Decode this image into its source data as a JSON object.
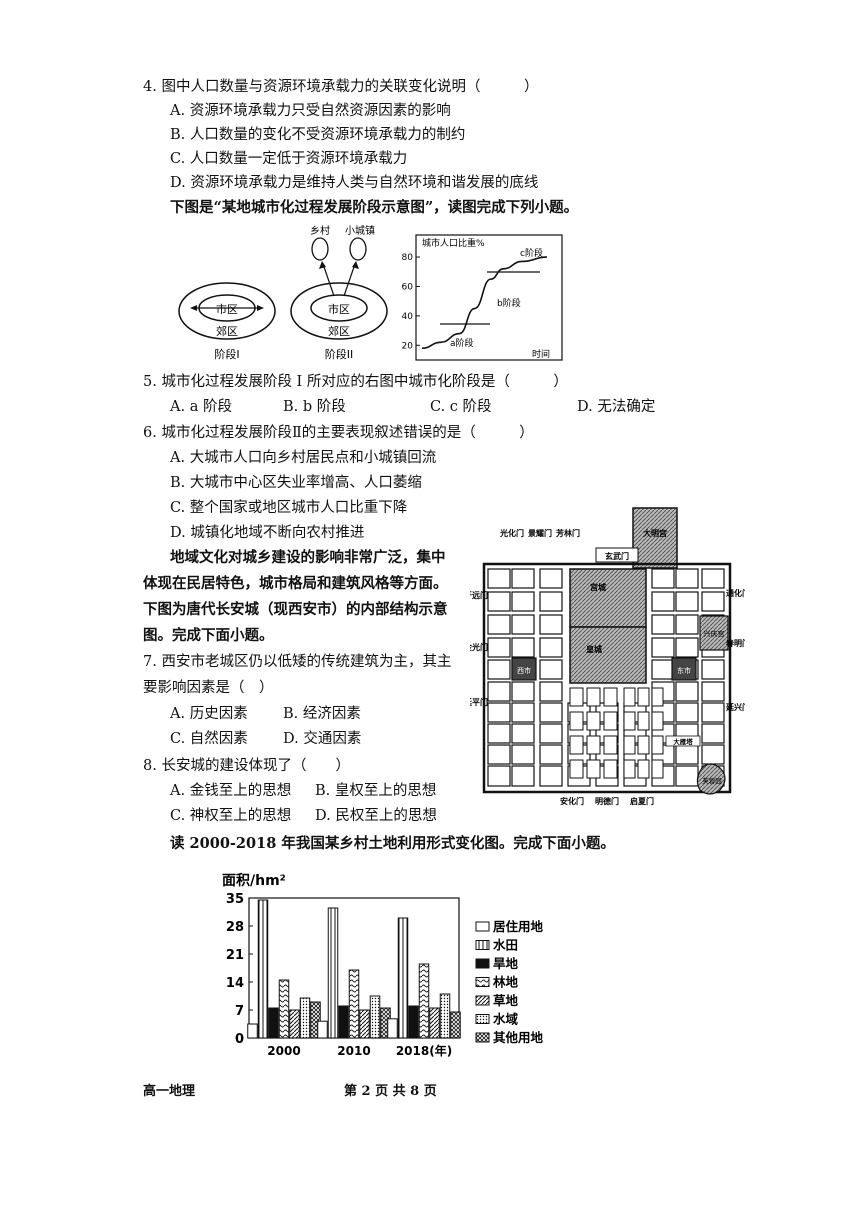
{
  "q4": {
    "stem": "4. 图中人口数量与资源环境承载力的关联变化说明（　　　）",
    "options": [
      "A. 资源环境承载力只受自然资源因素的影响",
      "B. 人口数量的变化不受资源环境承载力的制约",
      "C. 人口数量一定低于资源环境承载力",
      "D. 资源环境承载力是维持人类与自然环境和谐发展的底线"
    ]
  },
  "intro_city": "下图是“某地城市化过程发展阶段示意图”，读图完成下列小题。",
  "stage_fig": {
    "village": "乡村",
    "town": "小城镇",
    "urban": "市区",
    "suburb": "郊区",
    "stage1": "阶段I",
    "stage2": "阶段II"
  },
  "chart_data": [
    {
      "type": "line",
      "ylabel": "城市人口比重%",
      "xlabel": "时间",
      "yticks": [
        20,
        40,
        60,
        80
      ],
      "ylim": [
        10,
        95
      ],
      "stage_labels": [
        "a阶段",
        "b阶段",
        "c阶段"
      ],
      "curve": {
        "x": [
          0,
          0.15,
          0.3,
          0.42,
          0.55,
          0.65,
          0.8,
          1.0
        ],
        "y": [
          18,
          22,
          28,
          45,
          65,
          72,
          77,
          80
        ]
      }
    },
    {
      "type": "bar",
      "ylabel": "面积/hm²",
      "categories": [
        "2000",
        "2010",
        "2018(年)"
      ],
      "yticks": [
        0,
        7,
        14,
        21,
        28,
        35
      ],
      "ylim": [
        0,
        35
      ],
      "legend_position": "right",
      "series": [
        {
          "name": "居住用地",
          "values": [
            3.5,
            4.2,
            4.8
          ],
          "pattern": "blank"
        },
        {
          "name": "水田",
          "values": [
            34.5,
            32.5,
            30
          ],
          "pattern": "vline"
        },
        {
          "name": "旱地",
          "values": [
            7.5,
            8,
            8
          ],
          "pattern": "solid"
        },
        {
          "name": "林地",
          "values": [
            14.5,
            17,
            18.5
          ],
          "pattern": "wave"
        },
        {
          "name": "草地",
          "values": [
            7,
            7,
            7.5
          ],
          "pattern": "diag"
        },
        {
          "name": "水域",
          "values": [
            10,
            10.5,
            11
          ],
          "pattern": "dots"
        },
        {
          "name": "其他用地",
          "values": [
            9,
            7.5,
            6.5
          ],
          "pattern": "cross"
        }
      ]
    }
  ],
  "q5": {
    "stem": "5. 城市化过程发展阶段 I 所对应的右图中城市化阶段是（　　　）",
    "options": [
      "A. a 阶段",
      "B. b 阶段",
      "C. c 阶段",
      "D. 无法确定"
    ]
  },
  "q6": {
    "stem": "6. 城市化过程发展阶段Ⅱ的主要表现叙述错误的是（　　　）",
    "options": [
      "A. 大城市人口向乡村居民点和小城镇回流",
      "B. 大城市中心区失业率增高、人口萎缩",
      "C. 整个国家或地区城市人口比重下降",
      "D. 城镇化地域不断向农村推进"
    ]
  },
  "intro_changan": [
    "地域文化对城乡建设的影响非常广泛，集中",
    "体现在民居特色，城市格局和建筑风格等方面。",
    "下图为唐代长安城（现西安市）的内部结构示意",
    "图。完成下面小题。"
  ],
  "map": {
    "top_gates": [
      "光化门",
      "景耀门",
      "芳林门"
    ],
    "xuanwu": "玄武门",
    "left_gates": [
      "开远门",
      "金光门",
      "延平门"
    ],
    "right_gates": [
      "通化门",
      "春明门",
      "延兴门"
    ],
    "bottom_gates": [
      "安化门",
      "明德门",
      "启夏门"
    ],
    "palace_gong": "宫城",
    "palace_huang": "皇城",
    "west_market": "西市",
    "east_market": "东市",
    "daming": "大明宫",
    "xingqing": "兴庆宫",
    "dayan": "大雁塔",
    "furong": "芙蓉园"
  },
  "q7": {
    "stem": [
      "7. 西安市老城区仍以低矮的传统建筑为主，其主",
      "要影响因素是（　）"
    ],
    "options": [
      "A. 历史因素",
      "B. 经济因素",
      "C. 自然因素",
      "D. 交通因素"
    ]
  },
  "q8": {
    "stem": "8. 长安城的建设体现了（　　）",
    "options": [
      "A. 金钱至上的思想",
      "B. 皇权至上的思想",
      "C. 神权至上的思想",
      "D. 民权至上的思想"
    ]
  },
  "intro_land": "读 2000-2018 年我国某乡村土地利用形式变化图。完成下面小题。",
  "footer": {
    "subject": "高一地理",
    "page": "第 2 页 共 8 页"
  }
}
